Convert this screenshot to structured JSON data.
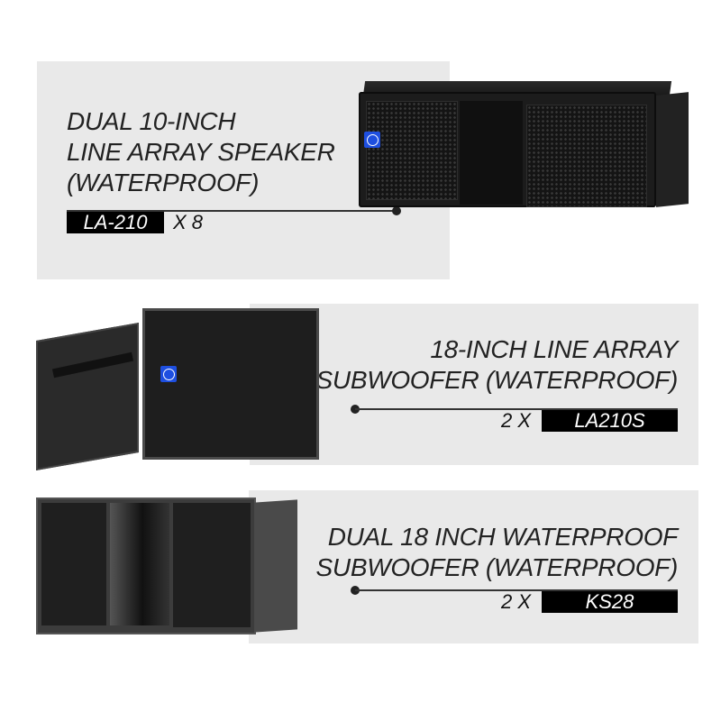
{
  "products": [
    {
      "title_lines": [
        "DUAL 10-INCH",
        "LINE ARRAY SPEAKER",
        "(WATERPROOF)"
      ],
      "model": "LA-210",
      "quantity": "X 8",
      "image": "line-array-speaker"
    },
    {
      "title_lines": [
        "18-INCH LINE ARRAY",
        "SUBWOOFER (WATERPROOF)"
      ],
      "model": "LA210S",
      "quantity": "2 X",
      "image": "line-array-subwoofer"
    },
    {
      "title_lines": [
        "DUAL 18 INCH WATERPROOF",
        "SUBWOOFER (WATERPROOF)"
      ],
      "model": "KS28",
      "quantity": "2 X",
      "image": "dual-18-subwoofer"
    }
  ],
  "colors": {
    "panel_bg": "#e9e9e9",
    "model_badge_bg": "#000000",
    "logo_blue": "#1e4fe0"
  }
}
